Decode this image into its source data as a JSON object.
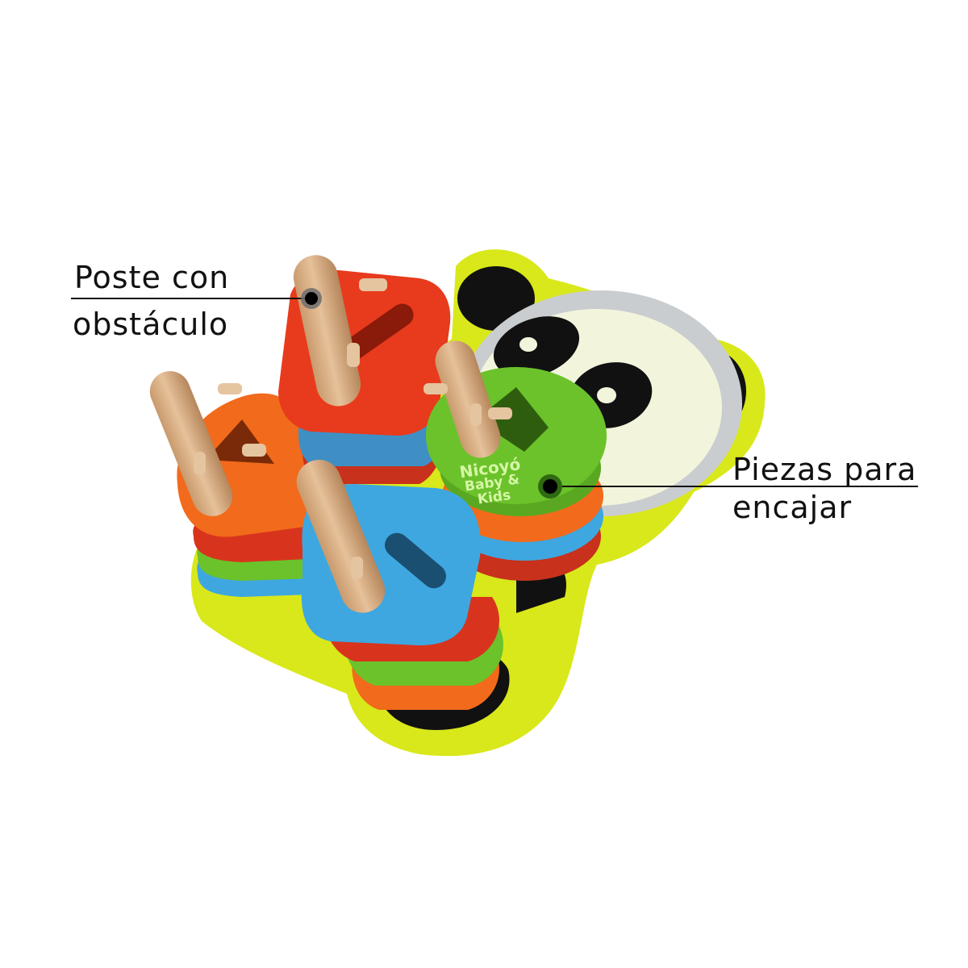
{
  "image": {
    "description": "Wooden panda-shaped shape-sorter stacking toy with four posts and colored pieces",
    "background": "#ffffff"
  },
  "callouts": [
    {
      "id": "post",
      "line1": "Poste con",
      "line2": "obstáculo",
      "target": "wooden post with peg obstacles"
    },
    {
      "id": "pieces",
      "line1": "Piezas para",
      "line2": "encajar",
      "target": "colored stacking pieces"
    }
  ],
  "watermark": {
    "line1": "Nicoyó",
    "line2": "Baby & Kids"
  },
  "colors": {
    "board_yellow": "#d9e81a",
    "panda_face": "#f2f5dc",
    "panda_ring": "#c9cdd0",
    "panda_black": "#111111",
    "red": "#e83a1c",
    "orange": "#f26a1b",
    "green": "#6bc22a",
    "blue": "#3ea7e0",
    "wood": "#dcb38a",
    "callout_line": "#111111"
  }
}
